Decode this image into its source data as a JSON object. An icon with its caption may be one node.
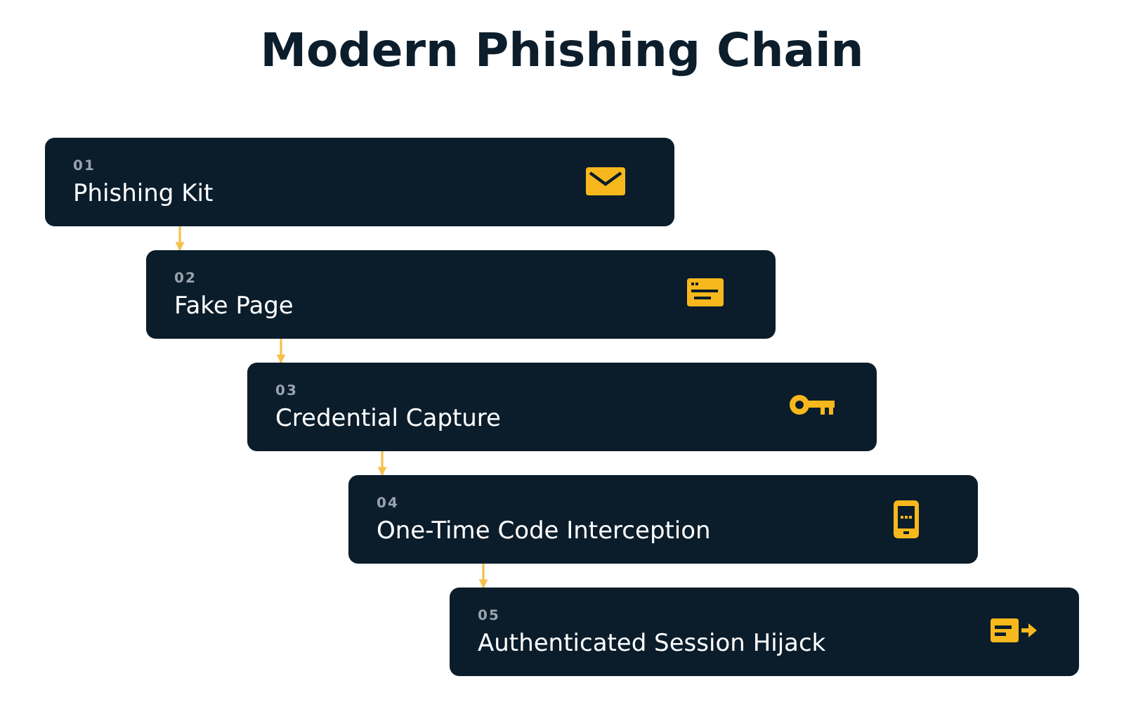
{
  "diagram": {
    "title": "Modern Phishing Chain",
    "nodes": [
      {
        "text": [
          "01",
          "Phishing Kit"
        ]
      },
      {
        "text": [
          "02",
          "Fake Page"
        ]
      },
      {
        "text": [
          "03",
          "Credential Capture"
        ]
      },
      {
        "text": [
          "04",
          "One-Time Code Interception"
        ]
      },
      {
        "text": [
          "05",
          "Authenticated Session Hijack"
        ]
      }
    ],
    "edges": [
      {
        "from": 0,
        "to": 1,
        "arrow": "to"
      },
      {
        "from": 1,
        "to": 2,
        "arrow": "to"
      },
      {
        "from": 2,
        "to": 3,
        "arrow": "to"
      },
      {
        "from": 3,
        "to": 4,
        "arrow": "to"
      }
    ]
  }
}
